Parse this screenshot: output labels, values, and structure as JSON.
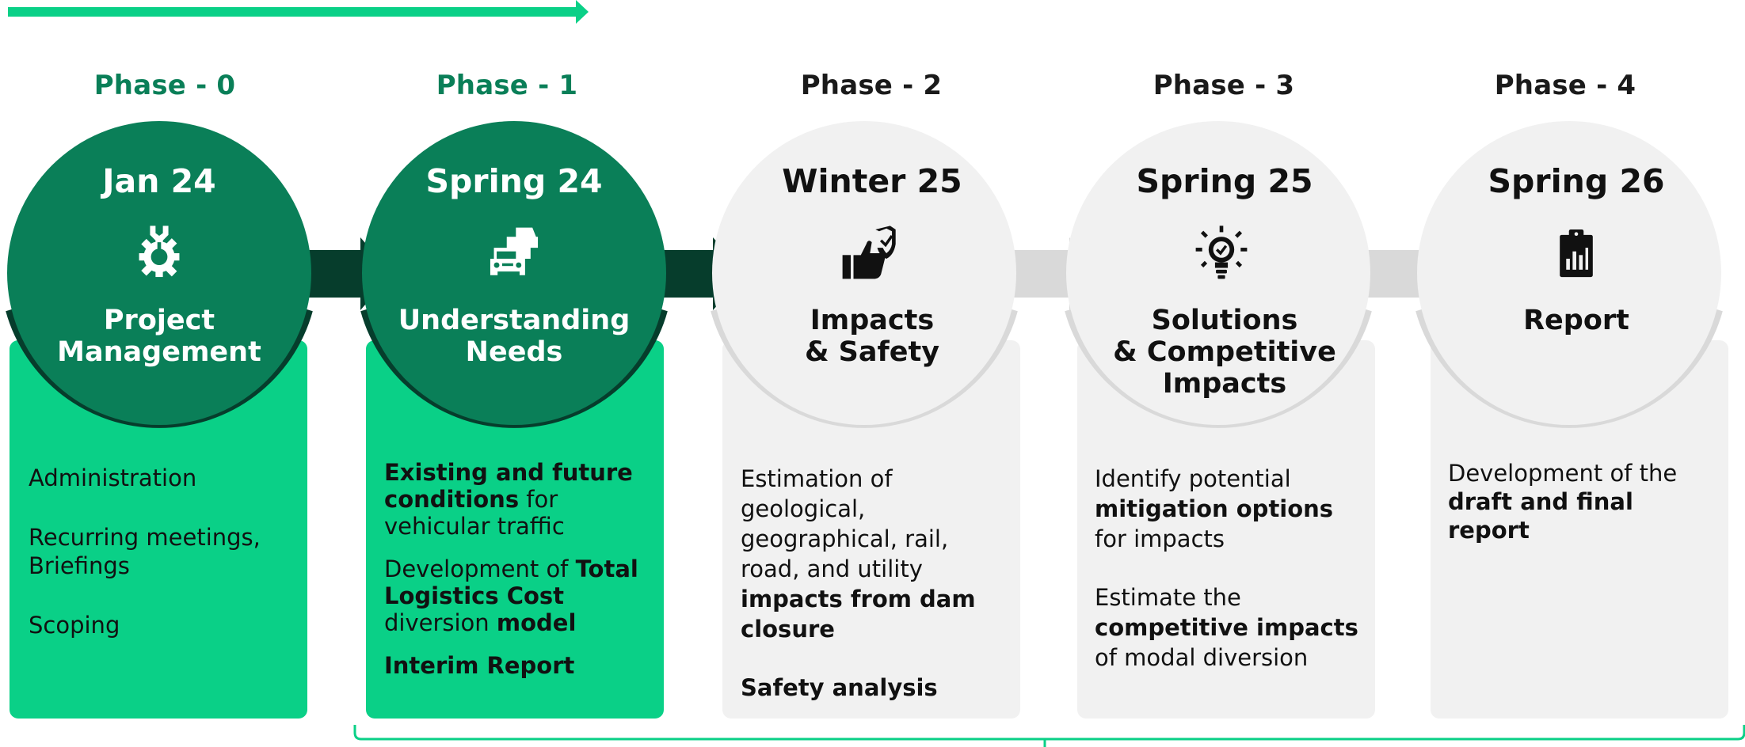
{
  "colors": {
    "dark_green": "#0a7f58",
    "darkest_green": "#063d2c",
    "bright_green": "#0ad087",
    "light_gray": "#f1f1f1",
    "ring_gray": "#d9d9d9"
  },
  "phases": [
    {
      "label": "Phase - 0",
      "date": "Jan 24",
      "icon": "gear-wrench-icon",
      "title_lines": [
        "Project",
        "Management"
      ],
      "status": "active",
      "details": [
        [
          {
            "t": "Administration",
            "b": false
          }
        ],
        [
          {
            "t": "Recurring meetings, Briefings",
            "b": false
          }
        ],
        [
          {
            "t": "Scoping",
            "b": false
          }
        ]
      ]
    },
    {
      "label": "Phase - 1",
      "date": "Spring 24",
      "icon": "cars-traffic-icon",
      "title_lines": [
        "Understanding",
        "Needs"
      ],
      "status": "active",
      "details": [
        [
          {
            "t": "Existing and future conditions",
            "b": true
          },
          {
            "t": " for vehicular traffic",
            "b": false
          }
        ],
        [
          {
            "t": "Development of ",
            "b": false
          },
          {
            "t": "Total Logistics Cost",
            "b": true
          },
          {
            "t": " diversion ",
            "b": false
          },
          {
            "t": "model",
            "b": true
          }
        ],
        [
          {
            "t": "Interim Report",
            "b": true
          }
        ]
      ]
    },
    {
      "label": "Phase - 2",
      "date": "Winter 25",
      "icon": "thumbs-up-shield-icon",
      "title_lines": [
        "Impacts",
        "& Safety"
      ],
      "status": "inactive",
      "details": [
        [
          {
            "t": "Estimation of geological, geographical, rail, road, and utility ",
            "b": false
          },
          {
            "t": "impacts from dam closure",
            "b": true
          }
        ],
        [
          {
            "t": "Safety analysis",
            "b": true
          }
        ]
      ]
    },
    {
      "label": "Phase - 3",
      "date": "Spring 25",
      "icon": "lightbulb-check-icon",
      "title_lines": [
        "Solutions",
        "& Competitive",
        "Impacts"
      ],
      "status": "inactive",
      "details": [
        [
          {
            "t": "Identify potential ",
            "b": false
          },
          {
            "t": "mitigation options",
            "b": true
          },
          {
            "t": " for impacts",
            "b": false
          }
        ],
        [
          {
            "t": "Estimate the ",
            "b": false
          },
          {
            "t": "competitive impacts",
            "b": true
          },
          {
            "t": " of modal diversion",
            "b": false
          }
        ]
      ]
    },
    {
      "label": "Phase - 4",
      "date": "Spring 26",
      "icon": "clipboard-chart-icon",
      "title_lines": [
        "Report"
      ],
      "status": "inactive",
      "details": [
        [
          {
            "t": "Development of the ",
            "b": false
          },
          {
            "t": "draft and final report",
            "b": true
          }
        ]
      ]
    }
  ]
}
